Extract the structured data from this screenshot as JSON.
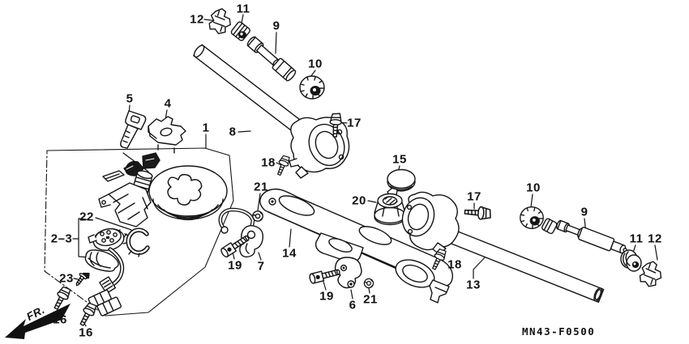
{
  "diagram": {
    "part_code": "MN43-F0500",
    "fr_label": "FR.",
    "ink_color": "#141414",
    "background_color": "#ffffff",
    "callouts": [
      {
        "label": "12"
      },
      {
        "label": "11"
      },
      {
        "label": "9"
      },
      {
        "label": "10"
      },
      {
        "label": "17"
      },
      {
        "label": "5"
      },
      {
        "label": "4"
      },
      {
        "label": "1"
      },
      {
        "label": "8"
      },
      {
        "label": "18"
      },
      {
        "label": "15"
      },
      {
        "label": "20"
      },
      {
        "label": "21"
      },
      {
        "label": "22"
      },
      {
        "label": "2–3"
      },
      {
        "label": "23"
      },
      {
        "label": "16"
      },
      {
        "label": "16"
      },
      {
        "label": "19"
      },
      {
        "label": "7"
      },
      {
        "label": "14"
      },
      {
        "label": "19"
      },
      {
        "label": "6"
      },
      {
        "label": "21"
      },
      {
        "label": "18"
      },
      {
        "label": "13"
      },
      {
        "label": "17"
      },
      {
        "label": "10"
      },
      {
        "label": "9"
      },
      {
        "label": "11"
      },
      {
        "label": "12"
      }
    ]
  }
}
